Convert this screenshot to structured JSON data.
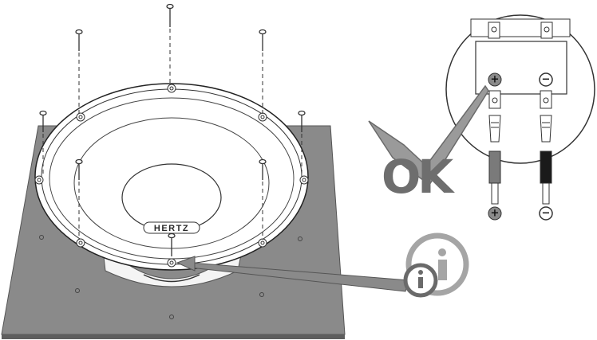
{
  "speaker": {
    "brand": "HERTZ"
  },
  "status": {
    "ok": "OK"
  },
  "terminals": {
    "plus": "+",
    "minus": "−"
  },
  "info": {
    "glyph": "i"
  },
  "colors": {
    "panel": "#8a8a8a",
    "panel_edge": "#5e5e5e",
    "ok_check": "#9a9a9a",
    "line": "#333333",
    "white": "#ffffff"
  },
  "icons": [
    "screw-icon",
    "check-icon",
    "info-icon",
    "plus-terminal-icon",
    "minus-terminal-icon"
  ]
}
